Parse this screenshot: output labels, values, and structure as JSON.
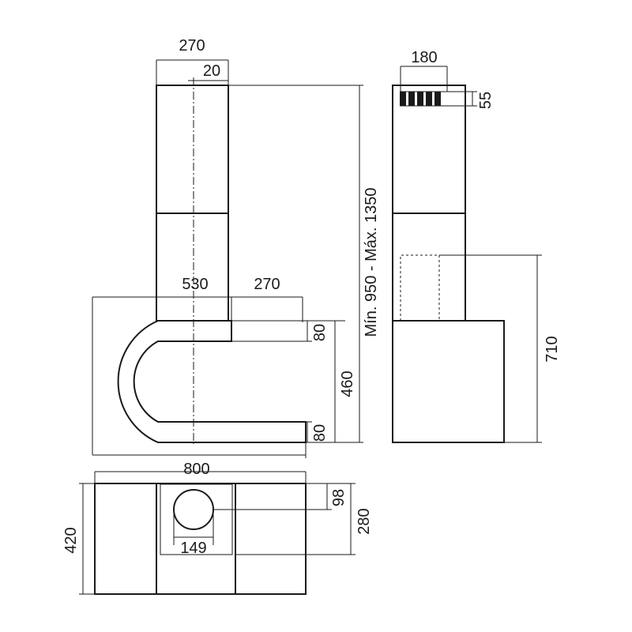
{
  "dimensions": {
    "chimney_width": "270",
    "axis_offset": "20",
    "outlet_width": "180",
    "outlet_height": "55",
    "height_range": "Mín. 950 - Máx. 1350",
    "body_depth": "530",
    "arm_length": "270",
    "arm_thickness_top": "80",
    "arm_thickness_bottom": "80",
    "body_height": "460",
    "side_height": "710",
    "total_width": "800",
    "plan_depth": "420",
    "plan_inner_depth": "280",
    "plan_hole_offset": "98",
    "plan_hole_diameter": "149"
  }
}
